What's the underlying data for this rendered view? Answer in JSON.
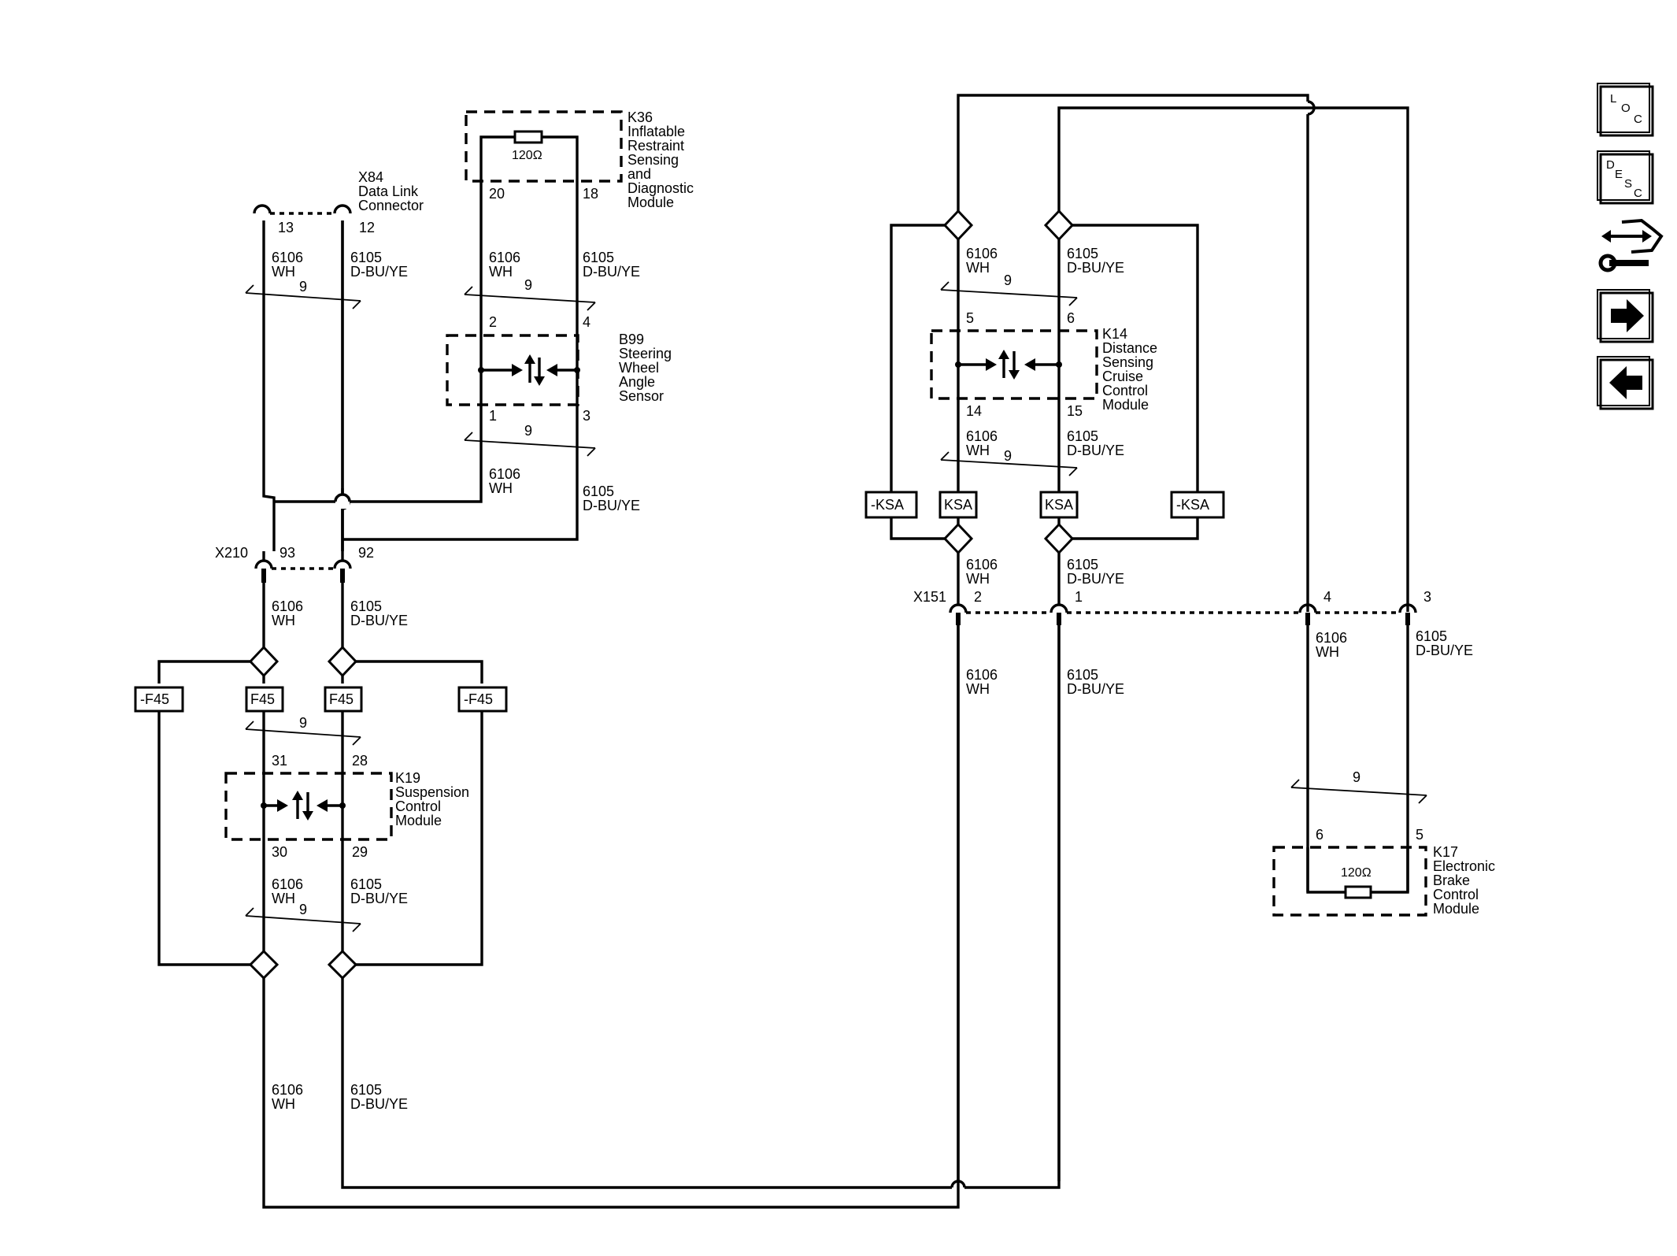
{
  "wires": {
    "wh_num": "6106",
    "wh_color": "WH",
    "bu_num": "6105",
    "bu_color": "D-BU/YE",
    "twist": "9"
  },
  "components": {
    "x84": {
      "lines": [
        "X84",
        "Data Link",
        "Connector"
      ],
      "pin_a": "13",
      "pin_b": "12"
    },
    "k36": {
      "lines": [
        "K36",
        "Inflatable",
        "Restraint",
        "Sensing",
        "and",
        "Diagnostic",
        "Module"
      ],
      "pin_a": "20",
      "pin_b": "18",
      "resistor": "120Ω"
    },
    "b99": {
      "lines": [
        "B99",
        "Steering",
        "Wheel",
        "Angle",
        "Sensor"
      ],
      "pin_top_a": "2",
      "pin_top_b": "4",
      "pin_bot_a": "1",
      "pin_bot_b": "3"
    },
    "x210": {
      "label": "X210",
      "pin_a": "93",
      "pin_b": "92"
    },
    "k19": {
      "lines": [
        "K19",
        "Suspension",
        "Control",
        "Module"
      ],
      "pin_top_a": "31",
      "pin_top_b": "28",
      "pin_bot_a": "30",
      "pin_bot_b": "29"
    },
    "k14": {
      "lines": [
        "K14",
        "Distance",
        "Sensing",
        "Cruise",
        "Control",
        "Module"
      ],
      "pin_top_a": "5",
      "pin_top_b": "6",
      "pin_bot_a": "14",
      "pin_bot_b": "15"
    },
    "x151": {
      "label": "X151",
      "pin_a": "2",
      "pin_b": "1",
      "pin_c": "4",
      "pin_d": "3"
    },
    "k17": {
      "lines": [
        "K17",
        "Electronic",
        "Brake",
        "Control",
        "Module"
      ],
      "pin_a": "6",
      "pin_b": "5",
      "resistor": "120Ω"
    }
  },
  "options": {
    "f45": "F45",
    "not_f45": "-F45",
    "ksa": "KSA",
    "not_ksa": "-KSA"
  },
  "nav": {
    "loc": [
      "L",
      "O",
      "C"
    ],
    "desc": [
      "D",
      "E",
      "S",
      "C"
    ]
  }
}
